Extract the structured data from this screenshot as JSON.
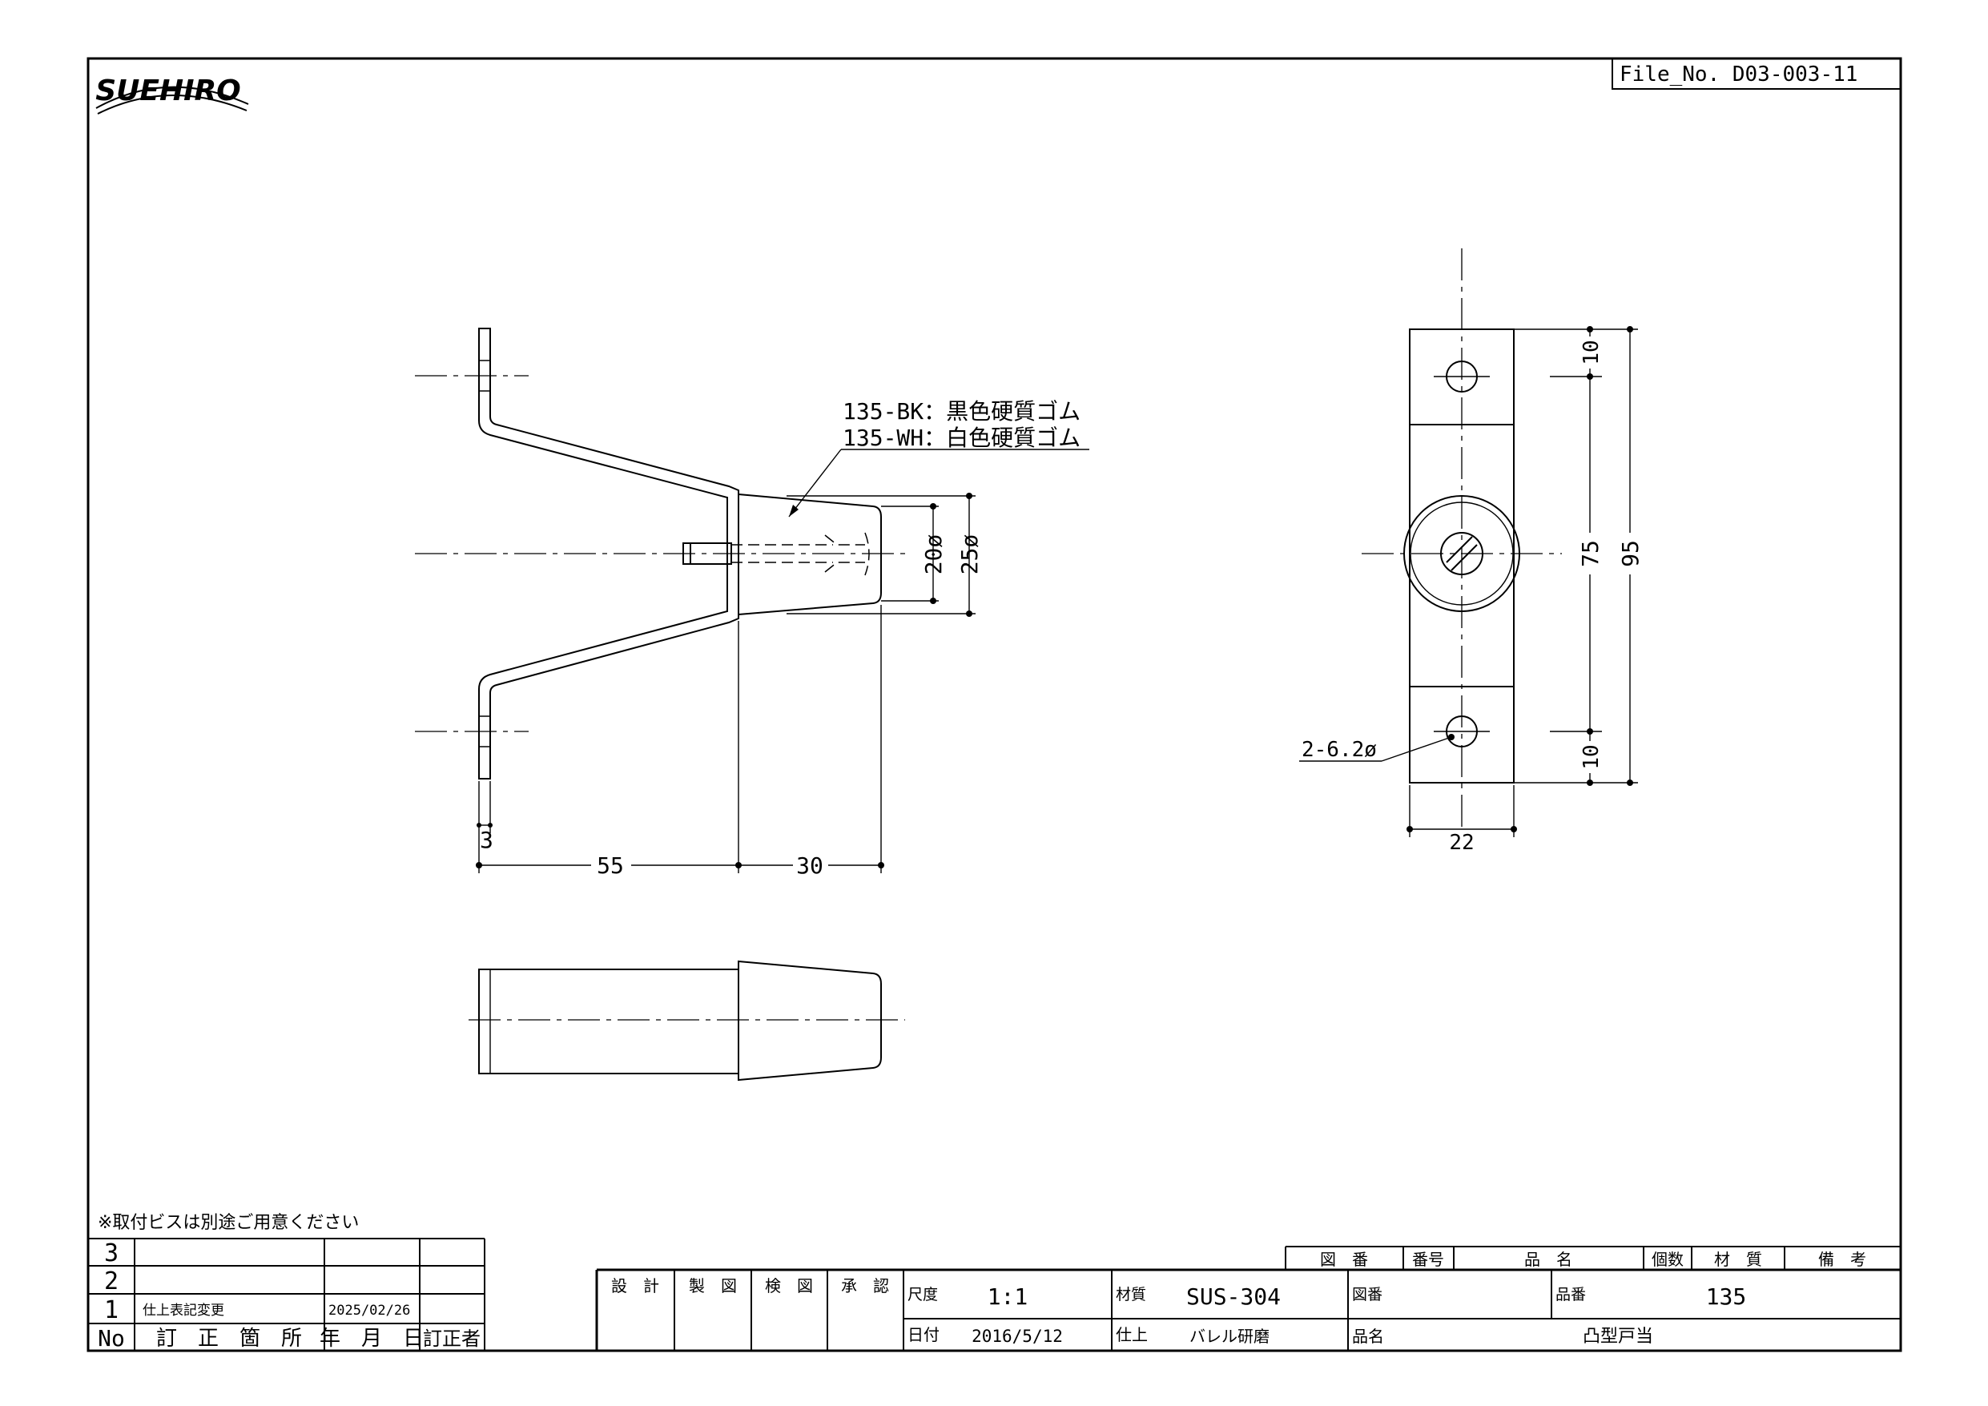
{
  "header": {
    "logo_text": "SUEHIRO",
    "file_no": "File_No. D03-003-11"
  },
  "side_view": {
    "label_bk": "135-BK：黒色硬質ゴム",
    "label_wh": "135-WH：白色硬質ゴム",
    "dim_20": "20ø",
    "dim_25": "25ø",
    "dim_3": "3",
    "dim_55": "55",
    "dim_30": "30"
  },
  "front_view": {
    "dim_10_top": "10",
    "dim_75": "75",
    "dim_95": "95",
    "dim_10_bottom": "10",
    "dim_hole": "2-6.2ø",
    "dim_22": "22"
  },
  "note": "※取付ビスは別途ご用意ください",
  "revision_table": {
    "rows": [
      {
        "no": "3",
        "desc": "",
        "date": "",
        "by": ""
      },
      {
        "no": "2",
        "desc": "",
        "date": "",
        "by": ""
      },
      {
        "no": "1",
        "desc": "仕上表記変更",
        "date": "2025/02/26",
        "by": ""
      }
    ],
    "headers": {
      "no": "No",
      "desc": "訂　正　箇　所",
      "date": "年　月　日",
      "by": "訂正者"
    }
  },
  "title_block": {
    "parts_header": [
      "図　番",
      "番号",
      "品　名",
      "個数",
      "材　質",
      "備　考"
    ],
    "approval": [
      "設　計",
      "製　図",
      "検　図",
      "承　認"
    ],
    "scale_label": "尺度",
    "scale": "1:1",
    "date_label": "日付",
    "date": "2016/5/12",
    "material_label": "材質",
    "material": "SUS-304",
    "finish_label": "仕上",
    "finish": "バレル研磨",
    "drawing_no_label": "図番",
    "drawing_no": "",
    "part_no_label": "品番",
    "part_no": "135",
    "part_name_label": "品名",
    "part_name": "凸型戸当"
  }
}
